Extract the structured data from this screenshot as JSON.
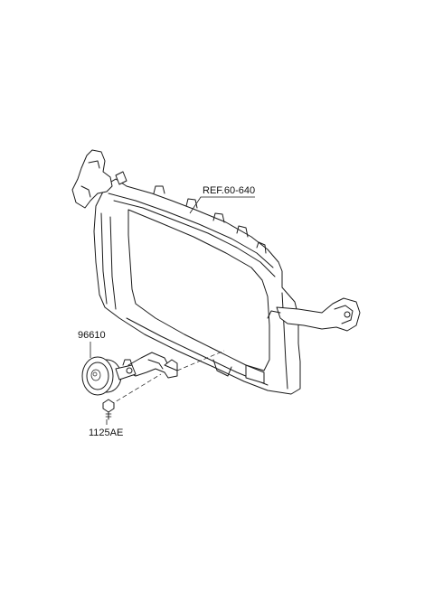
{
  "callouts": {
    "ref_label": "REF.60-640",
    "horn_label": "96610",
    "bolt_label": "1125AE"
  }
}
